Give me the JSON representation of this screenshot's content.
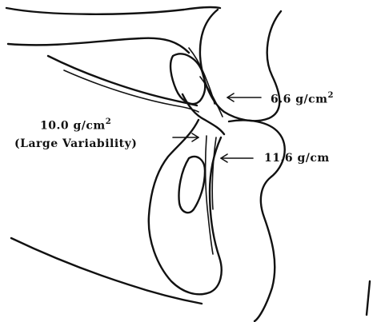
{
  "labels": {
    "upper_pressure": "6.6 g/cm",
    "upper_pressure_exp": "2",
    "left_pressure": "10.0 g/cm",
    "left_pressure_exp": "2",
    "left_note": "(Large Variability)",
    "lower_pressure": "11.6 g/cm"
  },
  "colors": {
    "ink": "#111111",
    "background": "#ffffff"
  }
}
